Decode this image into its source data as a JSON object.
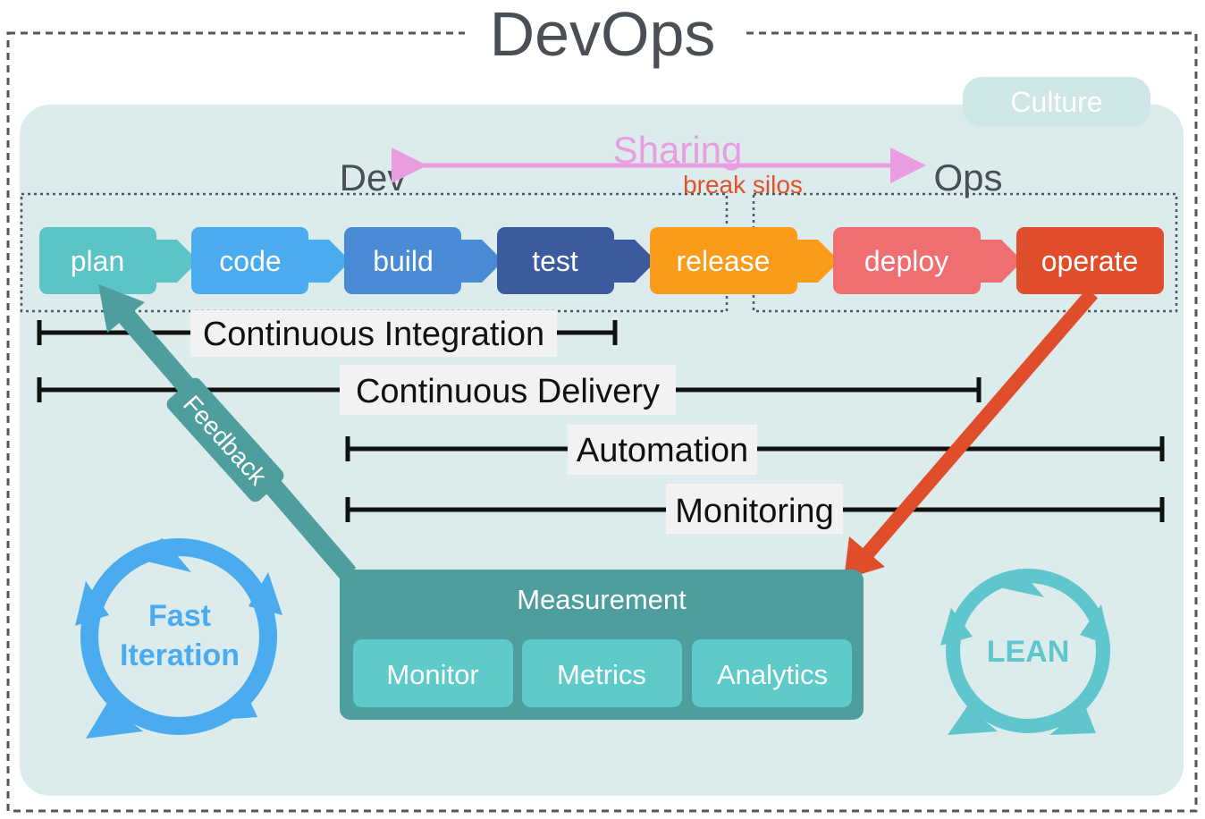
{
  "title": "DevOps",
  "culture_label": "Culture",
  "sharing": {
    "label": "Sharing",
    "sublabel": "break silos"
  },
  "dev_label": "Dev",
  "ops_label": "Ops",
  "stages": [
    {
      "label": "plan",
      "color": "#5bc4c6"
    },
    {
      "label": "code",
      "color": "#4aabee"
    },
    {
      "label": "build",
      "color": "#4a8bd6"
    },
    {
      "label": "test",
      "color": "#3c5a9e"
    },
    {
      "label": "release",
      "color": "#fb9b1a"
    },
    {
      "label": "deploy",
      "color": "#ef6f70"
    },
    {
      "label": "operate",
      "color": "#e04d2b"
    }
  ],
  "spans": [
    {
      "label": "Continuous Integration"
    },
    {
      "label": "Continuous Delivery"
    },
    {
      "label": "Automation"
    },
    {
      "label": "Monitoring"
    }
  ],
  "feedback_label": "Feedback",
  "measurement": {
    "title": "Measurement",
    "items": [
      "Monitor",
      "Metrics",
      "Analytics"
    ]
  },
  "fast_iteration": {
    "line1": "Fast",
    "line2": "Iteration"
  },
  "lean_label": "LEAN",
  "colors": {
    "background": "#dcebeb",
    "measurement": "#4e9e9e",
    "measurement_item": "#5ecaca",
    "feedback_arrow": "#4e9e9e",
    "operate_arrow": "#e04d2b",
    "sharing": "#e99ce0",
    "break_silos": "#e0522a",
    "fast_iteration": "#4aabee",
    "lean": "#5ec6cc"
  }
}
